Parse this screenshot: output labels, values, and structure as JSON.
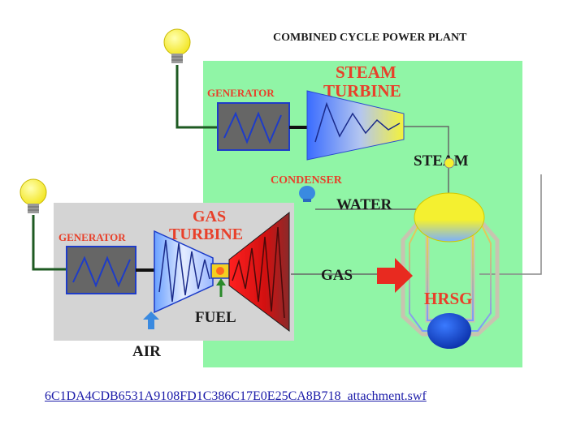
{
  "title": "COMBINED CYCLE POWER PLANT",
  "labels": {
    "generator_top": "GENERATOR",
    "steam_turbine_line1": "STEAM",
    "steam_turbine_line2": "TURBINE",
    "steam": "STEAM",
    "condenser": "CONDENSER",
    "water": "WATER",
    "generator_bottom": "GENERATOR",
    "gas_turbine_line1": "GAS",
    "gas_turbine_line2": "TURBINE",
    "gas": "GAS",
    "hrsg": "HRSG",
    "fuel": "FUEL",
    "air": "AIR"
  },
  "link_text": "6C1DA4CDB6531A9108FD1C386C17E0E25CA8B718_attachment.swf",
  "colors": {
    "steam_panel": "#90f5a6",
    "gas_panel": "#d4d4d4",
    "label_red": "#e8402a",
    "label_dark": "#1c1c1c",
    "generator_fill": "#666666",
    "wire": "#1e5a22",
    "hrsg_tubes": "#c8c4b0"
  },
  "icons": [
    "light-bulb-icon",
    "arrow-right-icon",
    "arrow-up-icon"
  ]
}
